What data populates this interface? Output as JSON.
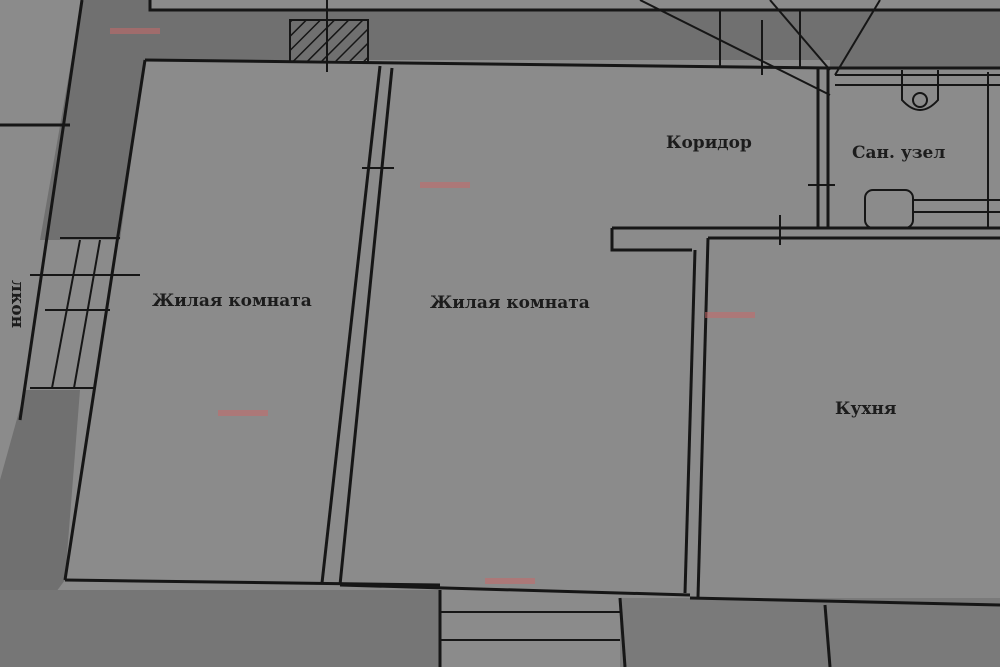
{
  "plan": {
    "rooms": [
      {
        "id": "living-room-1",
        "label": "Жилая комната"
      },
      {
        "id": "living-room-2",
        "label": "Жилая комната"
      },
      {
        "id": "corridor",
        "label": "Коридор"
      },
      {
        "id": "bathroom",
        "label": "Сан. узел"
      },
      {
        "id": "kitchen",
        "label": "Кухня"
      }
    ],
    "balcony_label_partial": "лкон",
    "colors": {
      "paper": "#8b8b8b",
      "wall_fill": "#6f6f6f",
      "line": "#161616",
      "watermark": "#c86a6a"
    }
  }
}
